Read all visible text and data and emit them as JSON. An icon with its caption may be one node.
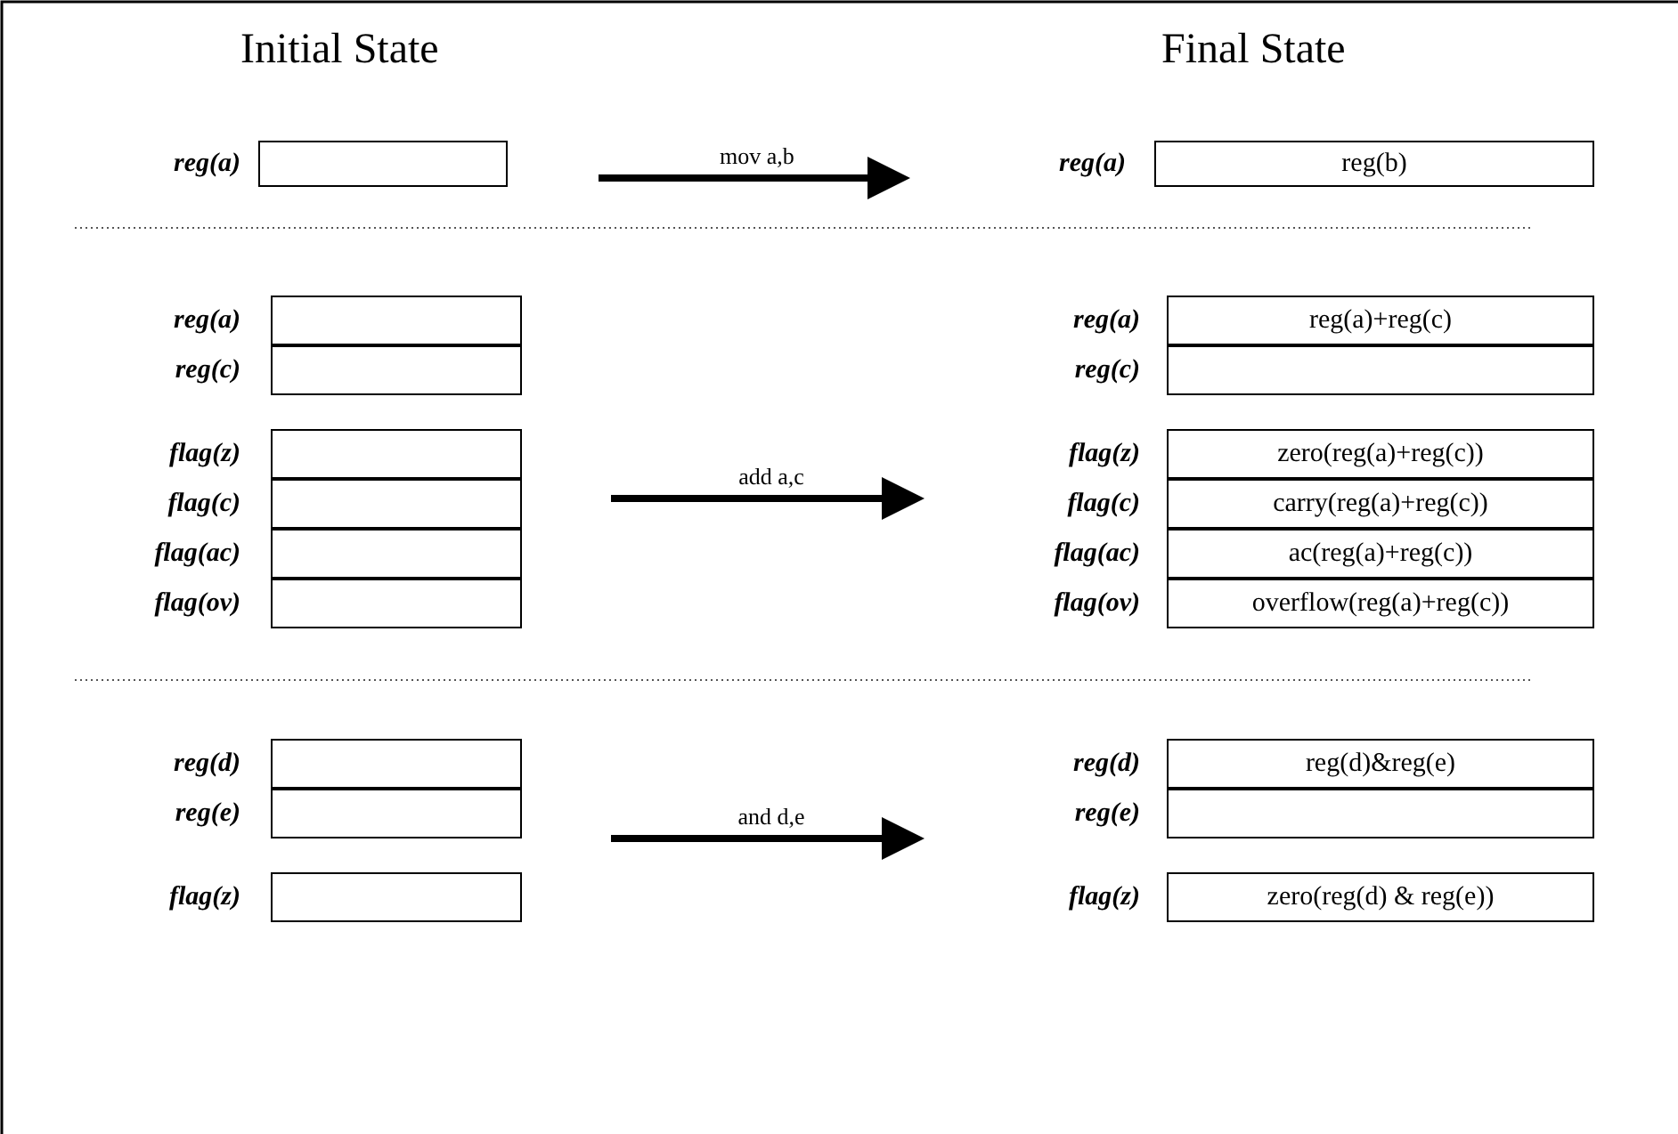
{
  "diagram": {
    "nodes": [
      {
        "text": [],
        "shape": "box"
      },
      {
        "text": [
          "reg(b)"
        ]
      },
      {
        "text": [],
        "shape": "box"
      },
      {
        "text": [
          "reg(a)+reg(c)"
        ]
      },
      {
        "text": [],
        "shape": "box"
      },
      {
        "text": [],
        "shape": "box"
      },
      {
        "text": [],
        "shape": "box"
      },
      {
        "text": [
          "zero(reg(a)+reg(c))"
        ]
      },
      {
        "text": [],
        "shape": "box"
      },
      {
        "text": [
          "carry(reg(a)+reg(c))"
        ]
      },
      {
        "text": [],
        "shape": "box"
      },
      {
        "text": [
          "ac(reg(a)+reg(c))"
        ]
      },
      {
        "text": [],
        "shape": "box"
      },
      {
        "text": [
          "overflow(reg(a)+reg(c))"
        ]
      },
      {
        "text": [],
        "shape": "box"
      },
      {
        "text": [
          "reg(d)&reg(e)"
        ]
      },
      {
        "text": [],
        "shape": "box"
      },
      {
        "text": [],
        "shape": "box"
      },
      {
        "text": [],
        "shape": "box"
      },
      {
        "text": [
          "zero(reg(d) & reg(e))"
        ]
      }
    ],
    "labels": [
      "Initial State",
      "Final State",
      "reg(a)",
      "mov a,b",
      "reg(a)",
      "reg(a)",
      "reg(a)",
      "reg(c)",
      "reg(c)",
      "flag(z)",
      "flag(z)",
      "add a,c",
      "flag(c)",
      "flag(c)",
      "flag(ac)",
      "flag(ac)",
      "flag(ov)",
      "flag(ov)",
      "reg(d)",
      "reg(d)",
      "reg(e)",
      "and d,e",
      "reg(e)",
      "flag(z)",
      "flag(z)"
    ]
  }
}
